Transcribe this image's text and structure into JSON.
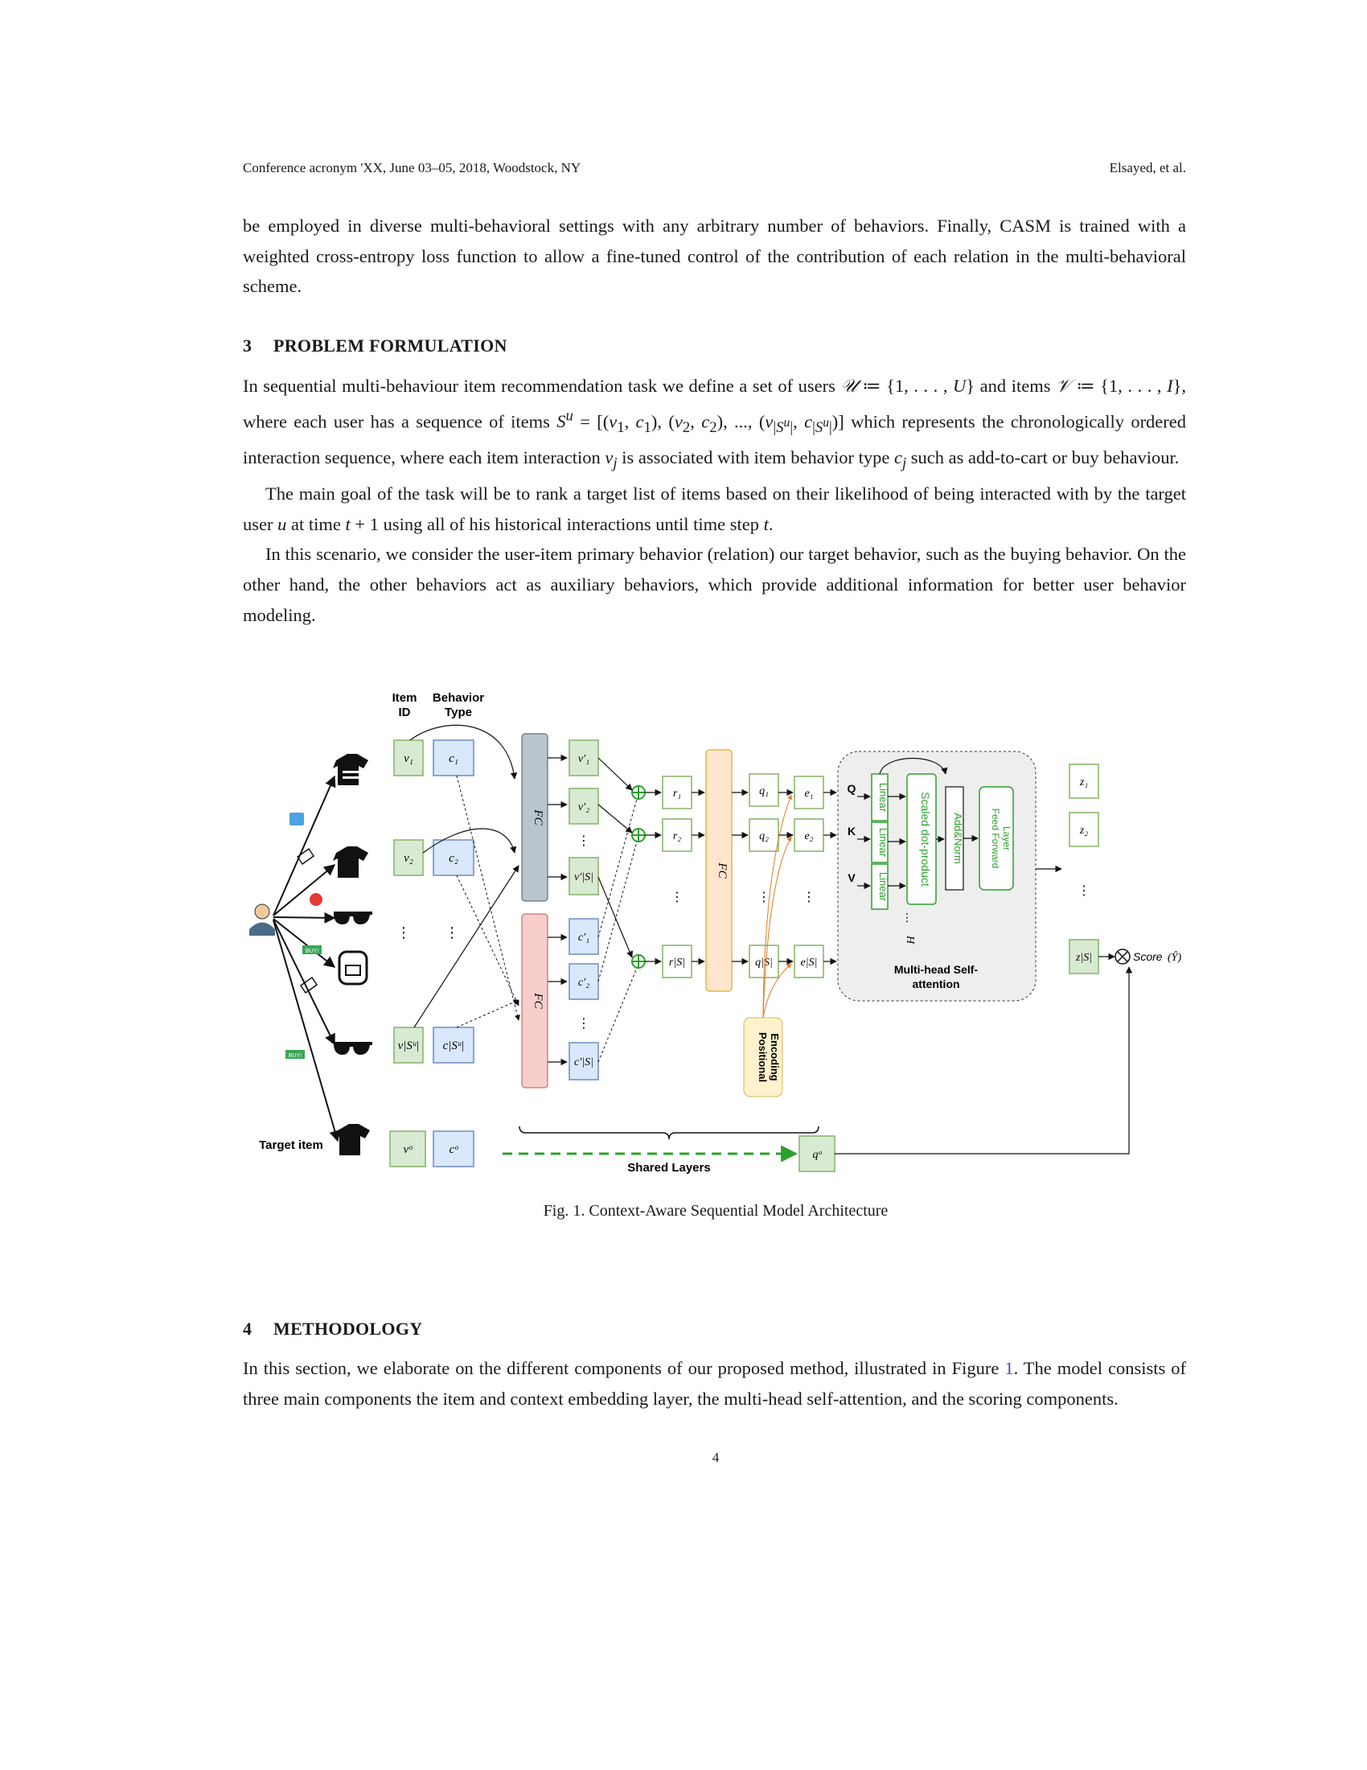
{
  "header": {
    "left": "Conference acronym 'XX, June 03–05, 2018, Woodstock, NY",
    "right": "Elsayed, et al."
  },
  "intro": {
    "text": "be employed in diverse multi-behavioral settings with any arbitrary number of behaviors. Finally, CASM is trained with a weighted cross-entropy loss function to allow a fine-tuned control of the contribution of each relation in the multi-behavioral scheme."
  },
  "section3": {
    "number": "3",
    "title": "PROBLEM FORMULATION",
    "p1_a": "In sequential multi-behaviour item recommendation task we define a set of users",
    "p1_b": "and items",
    "p1_c": ", where each user has a sequence of items",
    "p1_d": "which represents the chronologically ordered interaction sequence, where each item interaction",
    "p1_e": "is associated with item behavior type",
    "p1_f": "such as add-to-cart or buy behaviour.",
    "p2_a": "The main goal of the task will be to rank a target list of items based on their likelihood of being interacted with by the target user",
    "p2_b": "at time",
    "p2_c": "using all of his historical interactions until time step",
    "p3": "In this scenario, we consider the user-item primary behavior (relation) our target behavior, such as the buying behavior. On the other hand, the other behaviors act as auxiliary behaviors, which provide additional information for better user behavior modeling."
  },
  "figure": {
    "caption": "Fig. 1.  Context-Aware Sequential Model Architecture",
    "col_item_id": [
      "Item",
      "ID"
    ],
    "col_behavior": [
      "Behavior",
      "Type"
    ],
    "fc": "FC",
    "positional": [
      "Positional",
      "Encoding"
    ],
    "linear": "Linear",
    "scaled": "Scaled dot-product",
    "addnorm": "Add&Norm",
    "feedforward": [
      "Feed Forward",
      "Layer"
    ],
    "mhsa": [
      "Multi-head Self-",
      "attention"
    ],
    "q": "Q",
    "k": "K",
    "v": "V",
    "h": "H",
    "target_item": "Target item",
    "shared": "Shared Layers",
    "score": "Score",
    "buy": "BUY!",
    "dots": "⋮",
    "colors": {
      "green_fill": "#d9ead3",
      "green_stroke": "#82b366",
      "blue_fill": "#dae8fc",
      "blue_stroke": "#6c8ebf",
      "grey_fc": "#b8c4ce",
      "pink_fc": "#f8cecc",
      "orange_fc": "#ffe6cc",
      "pos_fill": "#fff2cc",
      "panel": "#eeeeee",
      "dash_green": "#2ca02c"
    }
  },
  "section4": {
    "number": "4",
    "title": "METHODOLOGY",
    "text_a": "In this section, we elaborate on the different components of our proposed method, illustrated in Figure",
    "ref": "1",
    "text_b": ". The model consists of three main components the item and context embedding layer, the multi-head self-attention, and the scoring components."
  },
  "page_number": "4"
}
